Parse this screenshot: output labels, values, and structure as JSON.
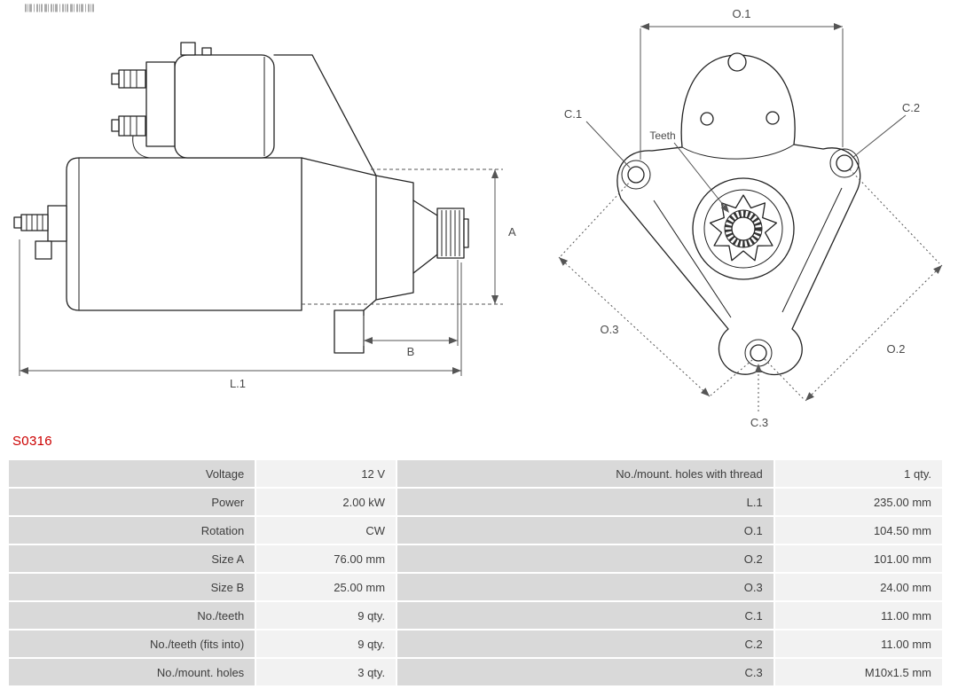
{
  "part": {
    "code": "S0316"
  },
  "colors": {
    "part_code_red": "#cc0000",
    "table_label_bg": "#d9d9d9",
    "table_value_bg": "#f2f2f2",
    "drawing_line": "#222222"
  },
  "diagram": {
    "side_view_labels": {
      "a": "A",
      "b": "B",
      "l1": "L.1"
    },
    "front_view_labels": {
      "o1": "O.1",
      "o2": "O.2",
      "o3": "O.3",
      "c1": "C.1",
      "c2": "C.2",
      "c3": "C.3",
      "teeth": "Teeth"
    }
  },
  "spec_table": {
    "rows": [
      {
        "label_left": "Voltage",
        "value_left": "12 V",
        "label_right": "No./mount. holes with thread",
        "value_right": "1 qty."
      },
      {
        "label_left": "Power",
        "value_left": "2.00 kW",
        "label_right": "L.1",
        "value_right": "235.00 mm"
      },
      {
        "label_left": "Rotation",
        "value_left": "CW",
        "label_right": "O.1",
        "value_right": "104.50 mm"
      },
      {
        "label_left": "Size A",
        "value_left": "76.00 mm",
        "label_right": "O.2",
        "value_right": "101.00 mm"
      },
      {
        "label_left": "Size B",
        "value_left": "25.00 mm",
        "label_right": "O.3",
        "value_right": "24.00 mm"
      },
      {
        "label_left": "No./teeth",
        "value_left": "9 qty.",
        "label_right": "C.1",
        "value_right": "11.00 mm"
      },
      {
        "label_left": "No./teeth (fits into)",
        "value_left": "9 qty.",
        "label_right": "C.2",
        "value_right": "11.00 mm"
      },
      {
        "label_left": "No./mount. holes",
        "value_left": "3 qty.",
        "label_right": "C.3",
        "value_right": "M10x1.5 mm"
      }
    ]
  }
}
